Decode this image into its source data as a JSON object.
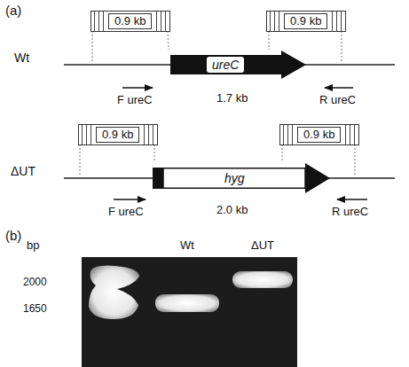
{
  "diagram": {
    "nodes": [
      {
        "text": [
          "0.9 kb"
        ]
      },
      {
        "text": [
          "0.9 kb"
        ]
      },
      {
        "text": [
          "ureC"
        ]
      },
      {
        "text": [
          "0.9 kb"
        ]
      },
      {
        "text": [
          "0.9 kb"
        ]
      },
      {
        "text": [
          "hyg"
        ]
      }
    ],
    "labels": [
      "(a)",
      "Wt",
      "F ureC",
      "1.7 kb",
      "R ureC",
      "ΔUT",
      "F ureC",
      "2.0 kb",
      "R ureC",
      "(b)",
      "bp",
      "Wt",
      "ΔUT",
      "2000",
      "1650"
    ]
  }
}
